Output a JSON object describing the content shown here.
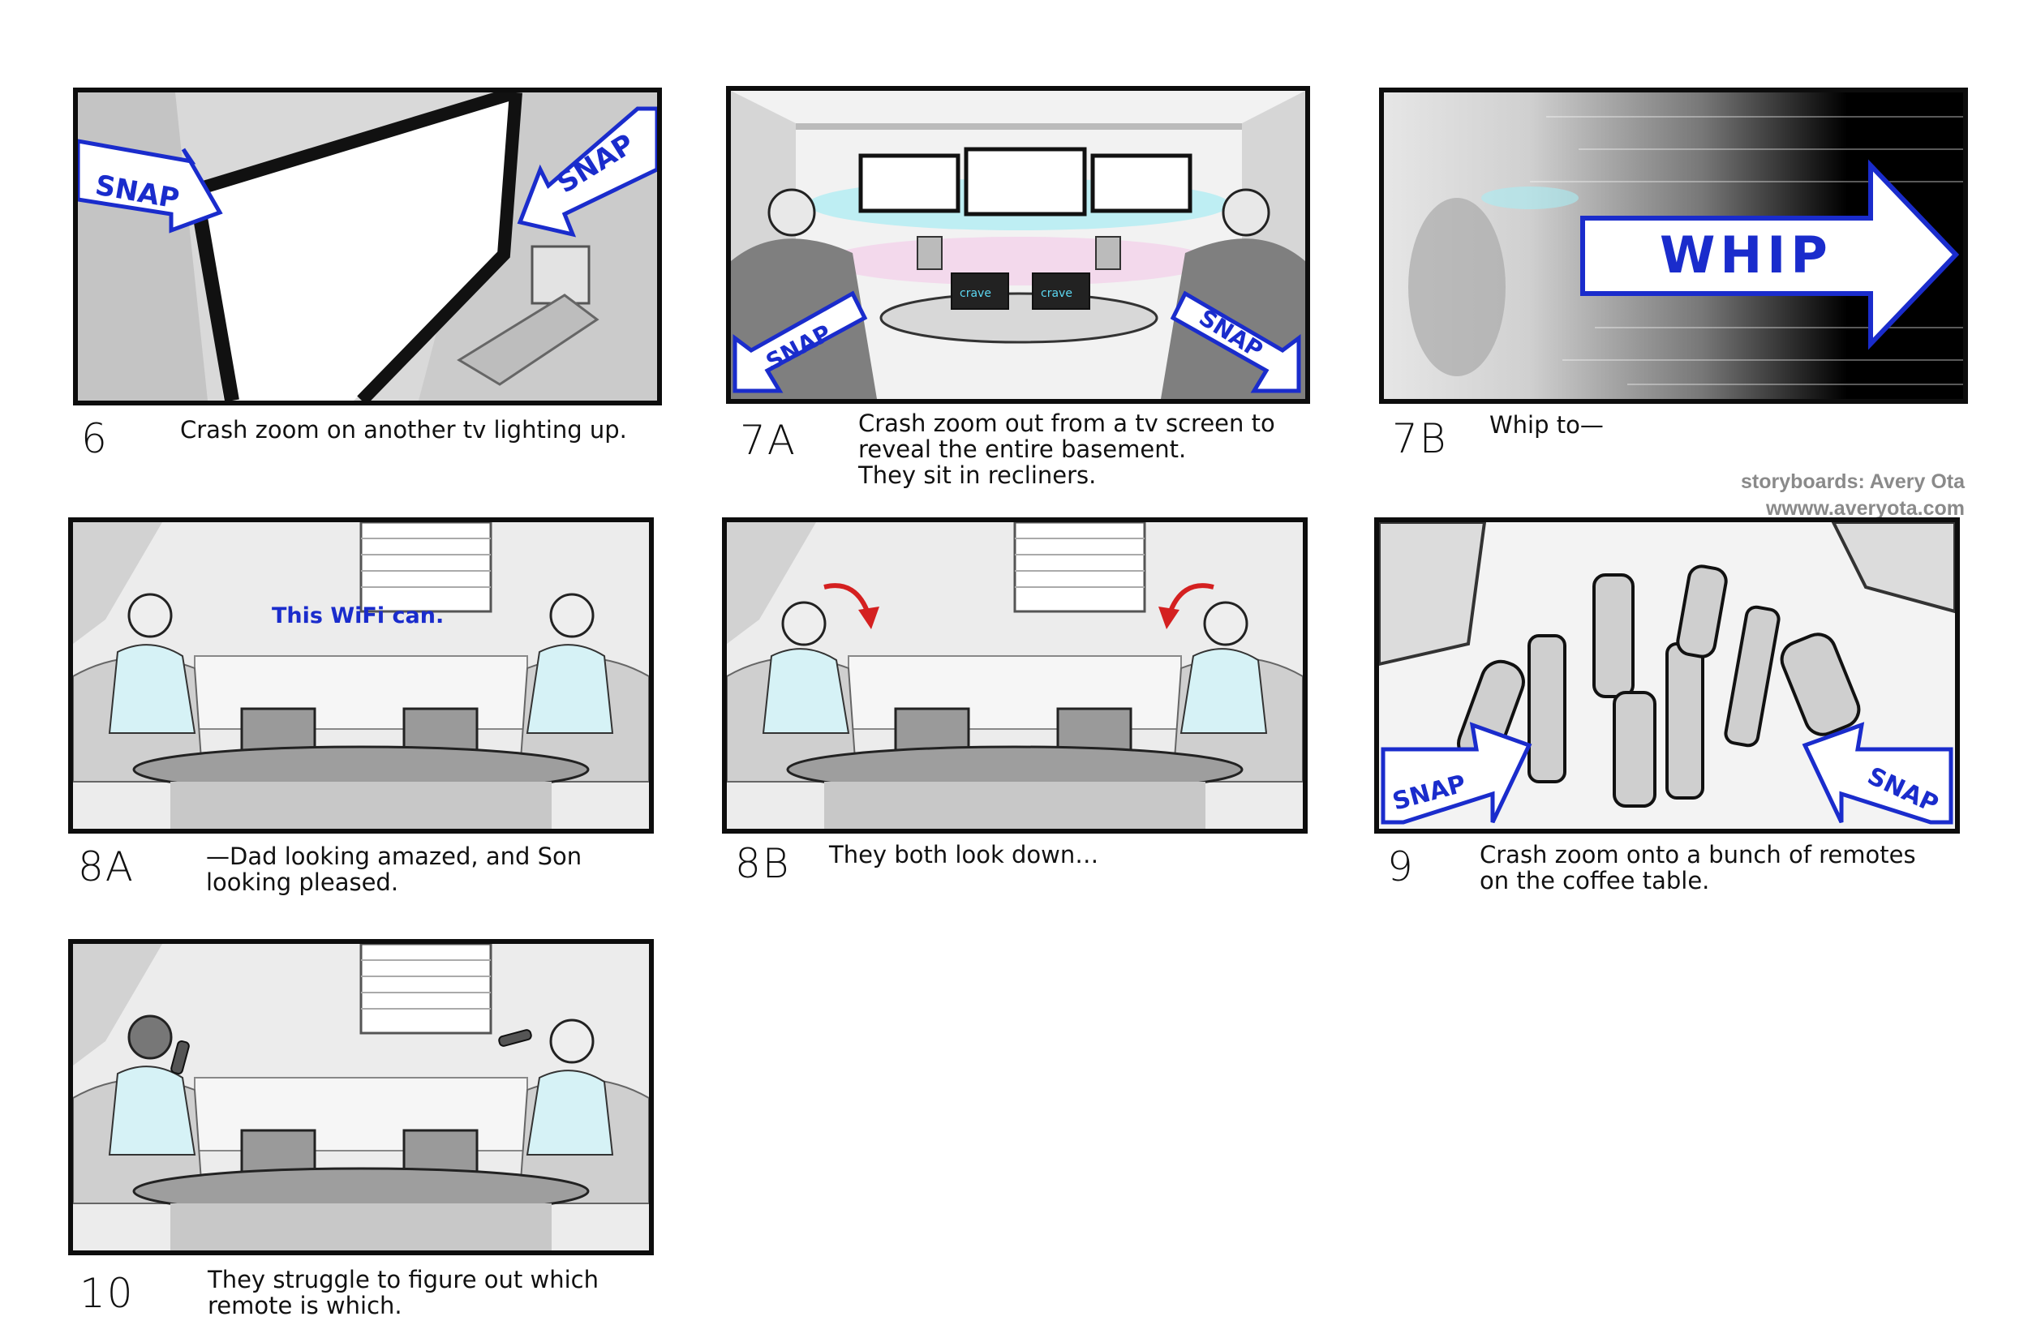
{
  "credit": {
    "line1": "storyboards: Avery Ota",
    "line2": "wwww.averyota.com"
  },
  "panels": [
    {
      "number": "6",
      "caption": [
        "Crash zoom on another tv lighting up."
      ],
      "sfx": [
        "SNAP",
        "SNAP"
      ]
    },
    {
      "number": "7A",
      "caption": [
        "Crash zoom out from a tv screen to",
        "reveal the entire basement.",
        "They sit in recliners."
      ],
      "sfx": [
        "SNAP",
        "SNAP"
      ],
      "screen_text": [
        "crave",
        "crave"
      ]
    },
    {
      "number": "7B",
      "caption": [
        "Whip to—"
      ],
      "sfx": [
        "WHIP"
      ]
    },
    {
      "number": "8A",
      "caption": [
        "—Dad looking amazed, and Son",
        "looking pleased."
      ],
      "dialogue": "This WiFi can."
    },
    {
      "number": "8B",
      "caption": [
        "They both look down…"
      ]
    },
    {
      "number": "9",
      "caption": [
        "Crash zoom onto a bunch of remotes",
        "on the coffee table."
      ],
      "sfx": [
        "SNAP",
        "SNAP"
      ]
    },
    {
      "number": "10",
      "caption": [
        "They struggle to figure out which",
        "remote is which."
      ]
    }
  ],
  "colors": {
    "sfx_blue": "#1a2ccc",
    "motion_red": "#d42020",
    "glow_cyan": "#a8ecf4",
    "glow_pink": "#f4c8e8",
    "frame_border": "#0d0d0d",
    "credit_gray": "#8a8a8a"
  }
}
